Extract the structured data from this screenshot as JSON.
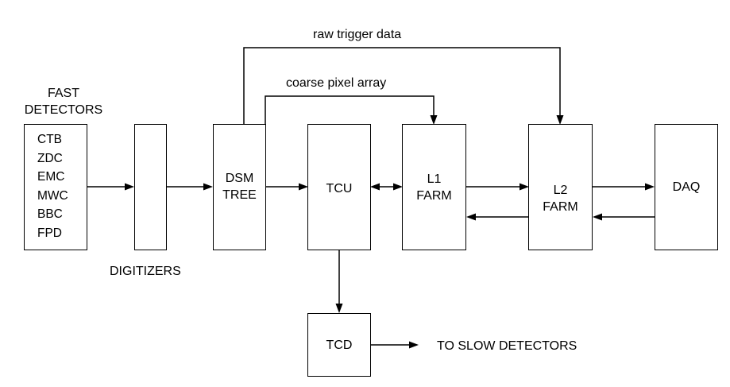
{
  "labels": {
    "fast_detectors_line1": "FAST",
    "fast_detectors_line2": "DETECTORS",
    "digitizers": "DIGITIZERS",
    "raw_trigger_data": "raw trigger data",
    "coarse_pixel_array": "coarse pixel array",
    "to_slow_detectors": "TO SLOW DETECTORS"
  },
  "detectors": [
    "CTB",
    "ZDC",
    "EMC",
    "MWC",
    "BBC",
    "FPD"
  ],
  "blocks": {
    "dsm_line1": "DSM",
    "dsm_line2": "TREE",
    "tcu": "TCU",
    "l1_line1": "L1",
    "l1_line2": "FARM",
    "l2_line1": "L2",
    "l2_line2": "FARM",
    "daq": "DAQ",
    "tcd": "TCD"
  }
}
